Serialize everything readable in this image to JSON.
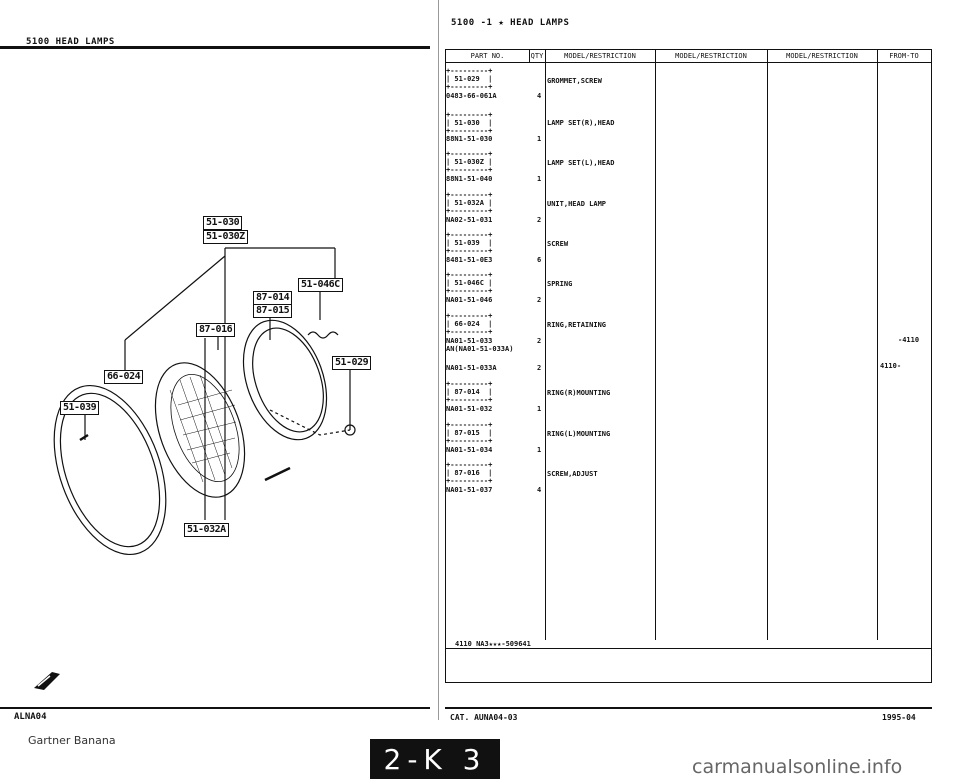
{
  "page": {
    "left_section": "5100   HEAD LAMPS",
    "right_title": "5100  -1 ★  HEAD LAMPS",
    "catalog_left": "ALNA04",
    "catalog_right": "CAT. AUNA04-03",
    "date_right": "1995-04",
    "credit": "Gartner Banana",
    "page_badge": "2-K 3",
    "watermark": "carmanualsonline.info"
  },
  "table": {
    "headers": [
      "PART NO.",
      "QTY",
      "MODEL/RESTRICTION",
      "MODEL/RESTRICTION",
      "MODEL/RESTRICTION",
      "FROM-TO"
    ],
    "footer_note": "4110 NA3★★★-509641",
    "rows": [
      {
        "ref": "| 51-029  |",
        "part_no": "0483-66-061A",
        "qty": "4",
        "desc": "GROMMET,SCREW"
      },
      {
        "ref": "| 51-030  |",
        "part_no": "88N1-51-030",
        "qty": "1",
        "desc": "LAMP SET(R),HEAD"
      },
      {
        "ref": "| 51-030Z |",
        "part_no": "88N1-51-040",
        "qty": "1",
        "desc": "LAMP SET(L),HEAD"
      },
      {
        "ref": "| 51-032A |",
        "part_no": "NA02-51-031",
        "qty": "2",
        "desc": "UNIT,HEAD LAMP"
      },
      {
        "ref": "| 51-039  |",
        "part_no": "8481-51-0E3",
        "qty": "6",
        "desc": "SCREW"
      },
      {
        "ref": "| 51-046C |",
        "part_no": "NA01-51-046",
        "qty": "2",
        "desc": "SPRING"
      },
      {
        "ref": "| 66-024  |",
        "part_no": "NA01-51-033",
        "qty": "2",
        "desc": "RING,RETAINING",
        "alt": "AN(NA01-51-033A)",
        "from_to": "-4110"
      },
      {
        "ref": "",
        "part_no": "NA01-51-033A",
        "qty": "2",
        "desc": "",
        "from_to": "4110-"
      },
      {
        "ref": "| 87-014  |",
        "part_no": "NA01-51-032",
        "qty": "1",
        "desc": "RING(R)MOUNTING"
      },
      {
        "ref": "| 87-015  |",
        "part_no": "NA01-51-034",
        "qty": "1",
        "desc": "RING(L)MOUNTING"
      },
      {
        "ref": "| 87-016  |",
        "part_no": "NA01-51-037",
        "qty": "4",
        "desc": "SCREW,ADJUST"
      }
    ]
  },
  "diagram": {
    "tags": {
      "t_51_030": "51-030",
      "t_51_030z": "51-030Z",
      "t_51_046c": "51-046C",
      "t_87_014": "87-014",
      "t_87_015": "87-015",
      "t_87_016": "87-016",
      "t_66_024": "66-024",
      "t_51_029": "51-029",
      "t_51_039": "51-039",
      "t_51_032a": "51-032A"
    }
  }
}
